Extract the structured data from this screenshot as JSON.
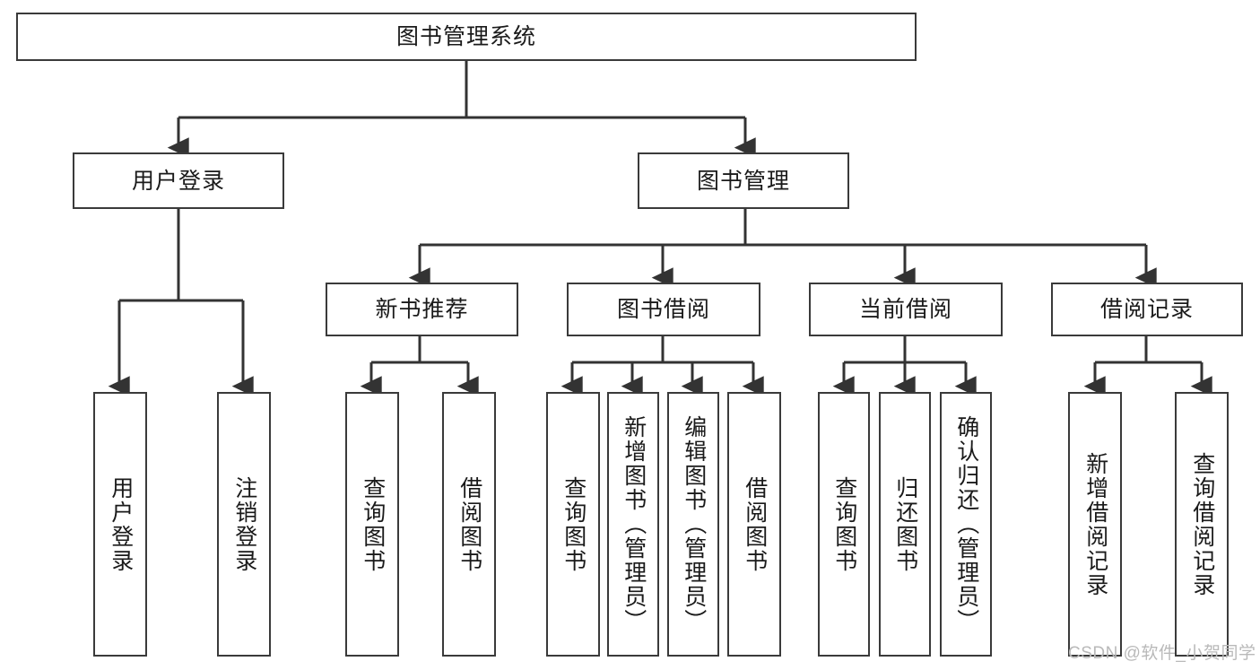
{
  "diagram": {
    "type": "tree",
    "title": "图书管理系统",
    "watermark": "CSDN @软件_小贺同学",
    "colors": {
      "border": "#3a3a3a",
      "background": "#ffffff",
      "text": "#1a1a1a",
      "connector": "#333333",
      "watermark": "#b9b9b9"
    },
    "levels": {
      "root": {
        "label": "图书管理系统"
      },
      "level2": [
        {
          "label": "用户登录"
        },
        {
          "label": "图书管理"
        }
      ],
      "level3": [
        {
          "label": "新书推荐"
        },
        {
          "label": "图书借阅"
        },
        {
          "label": "当前借阅"
        },
        {
          "label": "借阅记录"
        }
      ],
      "leaves": {
        "user_login": [
          {
            "label": "用户登录"
          },
          {
            "label": "注销登录"
          }
        ],
        "new_book": [
          {
            "label": "查询图书"
          },
          {
            "label": "借阅图书"
          }
        ],
        "book_borrow": [
          {
            "label": "查询图书"
          },
          {
            "label": "新增图书（管理员）"
          },
          {
            "label": "编辑图书（管理员）"
          },
          {
            "label": "借阅图书"
          }
        ],
        "current_borrow": [
          {
            "label": "查询图书"
          },
          {
            "label": "归还图书"
          },
          {
            "label": "确认归还（管理员）"
          }
        ],
        "borrow_record": [
          {
            "label": "新增借阅记录"
          },
          {
            "label": "查询借阅记录"
          }
        ]
      }
    }
  }
}
